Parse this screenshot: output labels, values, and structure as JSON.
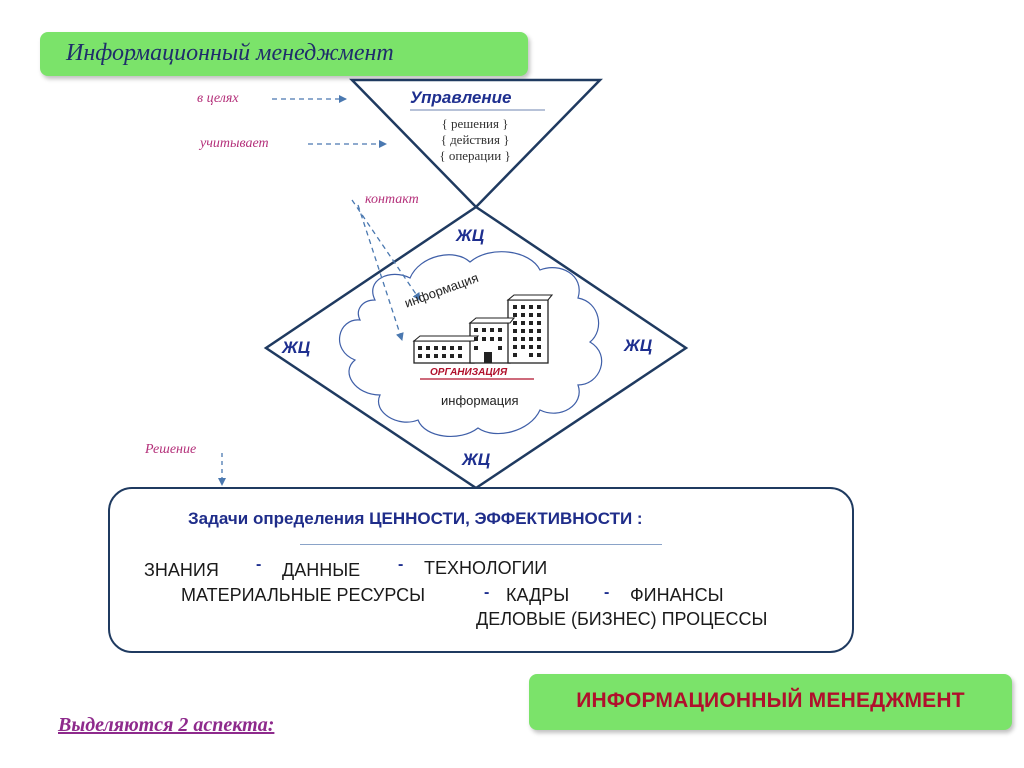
{
  "header": {
    "title": "Информационный  менеджмент"
  },
  "labels": {
    "goals": "в целях",
    "considers": "учитывает",
    "contact": "контакт",
    "decision": "Решение"
  },
  "management": {
    "title": "Управление",
    "items": [
      "решения",
      "действия",
      "операции"
    ]
  },
  "lifecycle": {
    "top": "ЖЦ",
    "left": "ЖЦ",
    "right": "ЖЦ",
    "bottom": "ЖЦ"
  },
  "organization": {
    "label": "ОРГАНИЗАЦИЯ",
    "info_top": "информация",
    "info_bottom": "информация"
  },
  "tasks": {
    "title": "Задачи определения ЦЕННОСТИ, ЭФФЕКТИВНОСТИ :",
    "row1": [
      "ЗНАНИЯ",
      "ДАННЫЕ",
      "ТЕХНОЛОГИИ"
    ],
    "row2": [
      "МАТЕРИАЛЬНЫЕ РЕСУРСЫ",
      "КАДРЫ",
      "ФИНАНСЫ"
    ],
    "row3": [
      "ДЕЛОВЫЕ (БИЗНЕС) ПРОЦЕССЫ"
    ],
    "separator": "-"
  },
  "footer": {
    "aspects": "Выделяются 2 аспекта:",
    "banner": "ИНФОРМАЦИОННЫЙ  МЕНЕДЖМЕНТ"
  },
  "colors": {
    "green": "#7be36a",
    "navy": "#1e2f8f",
    "pink": "#b4307a",
    "red": "#b0102c",
    "outline": "#1f3a60",
    "arrow": "#4a78b0"
  }
}
